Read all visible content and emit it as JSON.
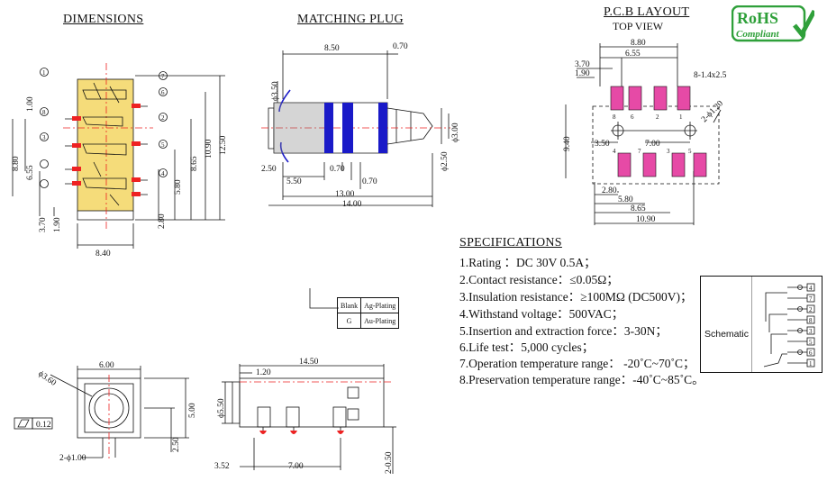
{
  "titles": {
    "dimensions": "DIMENSIONS",
    "matching_plug": "MATCHING PLUG",
    "pcb_layout": "P.C.B LAYOUT",
    "top_view": "TOP VIEW",
    "specifications": "SPECIFICATIONS"
  },
  "rohs": {
    "line1": "RoHS",
    "line2": "Compliant",
    "color": "#2fa03a"
  },
  "specs": [
    "1.Rating ：DC 30V 0.5A；",
    "2.Contact resistance：≤0.05Ω；",
    "3.Insulation resistance：≥100MΩ (DC500V)；",
    "4.Withstand voltage：500VAC；",
    "5.Insertion and extraction force：3-30N；",
    "6.Life test：5,000 cycles；",
    "7.Operation temperature range： -20˚C~70˚C；",
    "8.Preservation temperature range：-40˚C~85˚C。"
  ],
  "plating": [
    {
      "code": "Blank",
      "desc": "Ag-Plating"
    },
    {
      "code": "G",
      "desc": "Au-Plating"
    }
  ],
  "schematic": {
    "label": "Schematic",
    "pins": [
      "4",
      "7",
      "2",
      "8",
      "3",
      "5",
      "6",
      "1"
    ]
  },
  "dimensions_view": {
    "balloons": [
      "1",
      "7",
      "6",
      "2",
      "5",
      "4",
      "8",
      "3"
    ],
    "dims": {
      "d1": "1.00",
      "d2": "8.80",
      "d3": "6.55",
      "d4": "3.70",
      "d5": "1.90",
      "d6": "8.40",
      "d7": "2.80",
      "d8": "5.80",
      "d9": "8.65",
      "d10": "10.90",
      "d11": "12.50"
    },
    "body_color": "#f5dc7a"
  },
  "plug_view": {
    "dims": {
      "len1": "8.50",
      "len2": "0.70",
      "dia1": "ϕ3.50",
      "dia2": "ϕ3.00",
      "dia3": "ϕ2.50",
      "s1": "2.50",
      "s2": "5.50",
      "s3": "0.70",
      "s4": "0.70",
      "l13": "13.00",
      "l14": "14.00"
    },
    "ring_color": "#1a1ac8"
  },
  "pcb_view": {
    "dims": {
      "w880": "8.80",
      "w655": "6.55",
      "w370": "3.70",
      "w190": "1.90",
      "pad": "8-1.4x2.5",
      "h940": "9.40",
      "hole": "2-ϕ1.20",
      "w350": "3.50",
      "w700": "7.00",
      "b280": "2.80",
      "b580": "5.80",
      "b865": "8.65",
      "b1090": "10.90"
    },
    "pad_color": "#e64aa6",
    "pad_labels": [
      "8",
      "6",
      "2",
      "1",
      "4",
      "7",
      "3",
      "5"
    ]
  },
  "front_view": {
    "dims": {
      "w600": "6.00",
      "d360": "ϕ3.60",
      "h500": "5.00",
      "h250": "2.50",
      "pin": "2-ϕ1.00",
      "flat": "0.12"
    }
  },
  "side_view": {
    "dims": {
      "l1450": "14.50",
      "l120": "1.20",
      "d550": "ϕ5.50",
      "b352": "3.52",
      "b700": "7.00",
      "b050": "2-0.50"
    }
  }
}
